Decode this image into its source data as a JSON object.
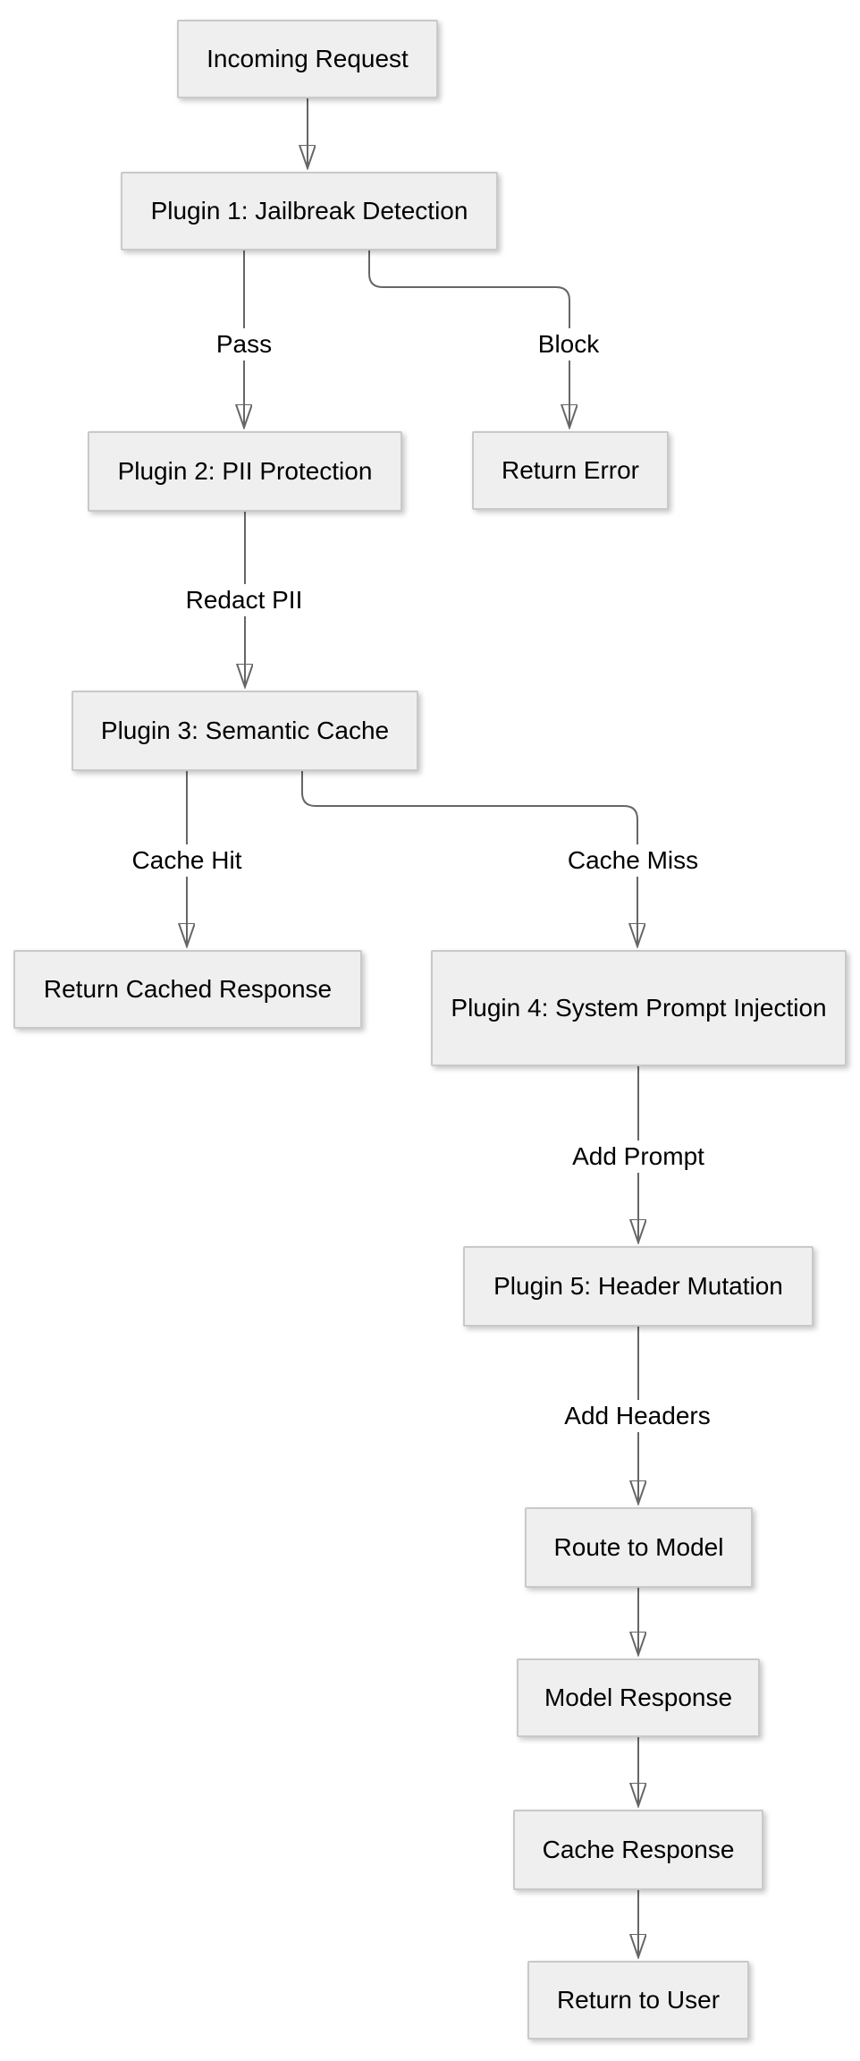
{
  "diagram": {
    "type": "flowchart",
    "direction": "top-down",
    "nodes": [
      {
        "id": "incoming",
        "label": "Incoming Request"
      },
      {
        "id": "plugin1",
        "label": "Plugin 1: Jailbreak Detection"
      },
      {
        "id": "plugin2",
        "label": "Plugin 2: PII Protection"
      },
      {
        "id": "return_error",
        "label": "Return Error"
      },
      {
        "id": "plugin3",
        "label": "Plugin 3: Semantic Cache"
      },
      {
        "id": "return_cached",
        "label": "Return Cached Response"
      },
      {
        "id": "plugin4",
        "label": "Plugin 4: System Prompt Injection"
      },
      {
        "id": "plugin5",
        "label": "Plugin 5: Header Mutation"
      },
      {
        "id": "route_model",
        "label": "Route to Model"
      },
      {
        "id": "model_response",
        "label": "Model Response"
      },
      {
        "id": "cache_response",
        "label": "Cache Response"
      },
      {
        "id": "return_user",
        "label": "Return to User"
      }
    ],
    "edges": [
      {
        "from": "incoming",
        "to": "plugin1",
        "label": ""
      },
      {
        "from": "plugin1",
        "to": "plugin2",
        "label": "Pass"
      },
      {
        "from": "plugin1",
        "to": "return_error",
        "label": "Block"
      },
      {
        "from": "plugin2",
        "to": "plugin3",
        "label": "Redact PII"
      },
      {
        "from": "plugin3",
        "to": "return_cached",
        "label": "Cache Hit"
      },
      {
        "from": "plugin3",
        "to": "plugin4",
        "label": "Cache Miss"
      },
      {
        "from": "plugin4",
        "to": "plugin5",
        "label": "Add Prompt"
      },
      {
        "from": "plugin5",
        "to": "route_model",
        "label": "Add Headers"
      },
      {
        "from": "route_model",
        "to": "model_response",
        "label": ""
      },
      {
        "from": "model_response",
        "to": "cache_response",
        "label": ""
      },
      {
        "from": "cache_response",
        "to": "return_user",
        "label": ""
      }
    ],
    "colors": {
      "canvas": "#ffffff",
      "node_fill": "#efefef",
      "node_border": "#c9c9c9",
      "edge": "#666666",
      "text": "#000000"
    }
  }
}
